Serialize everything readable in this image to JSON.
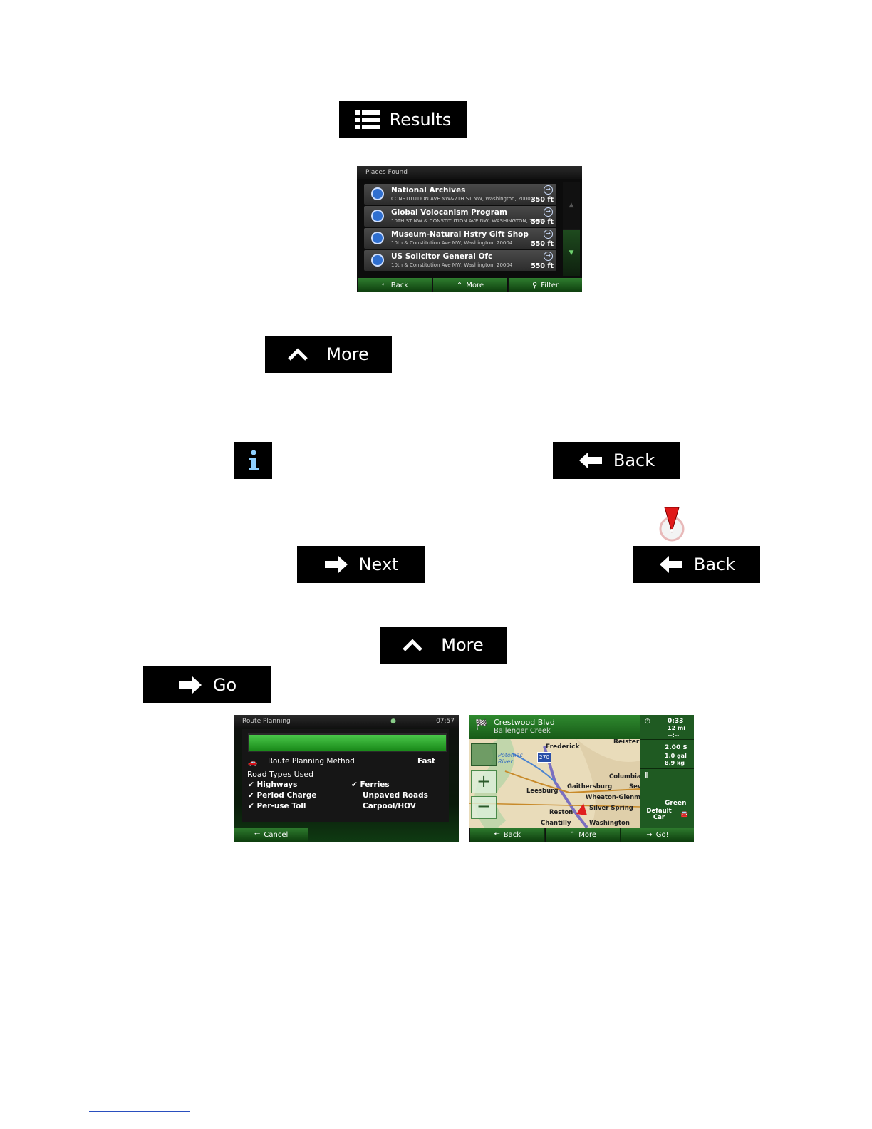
{
  "results_button": {
    "label": "Results",
    "icon": "list-icon"
  },
  "places_found": {
    "header": "Places Found",
    "items": [
      {
        "name": "National Archives",
        "address": "CONSTITUTION AVE NW&7TH ST NW, Washington, 20004",
        "distance": "350 ft"
      },
      {
        "name": "Global Volocanism Program",
        "address": "10TH ST NW & CONSTITUTION AVE NW, WASHINGTON, 20004",
        "distance": "550 ft"
      },
      {
        "name": "Museum-Natural Hstry Gift Shop",
        "address": "10th & Constitution Ave NW, Washington, 20004",
        "distance": "550 ft"
      },
      {
        "name": "US Solicitor General Ofc",
        "address": "10th & Constitution Ave NW, Washington, 20004",
        "distance": "550 ft"
      }
    ],
    "footer": {
      "back": "Back",
      "more": "More",
      "filter": "Filter"
    }
  },
  "more_button_1": {
    "label": "More",
    "icon": "chevron-up-icon"
  },
  "info_button": {
    "icon": "info-icon"
  },
  "back_button_1": {
    "label": "Back",
    "icon": "arrow-left-icon"
  },
  "next_button": {
    "label": "Next",
    "icon": "arrow-right-icon"
  },
  "back_button_2": {
    "label": "Back",
    "icon": "arrow-left-icon"
  },
  "more_button_2": {
    "label": "More",
    "icon": "chevron-up-icon"
  },
  "go_button": {
    "label": "Go",
    "icon": "arrow-right-icon"
  },
  "route_planning": {
    "title": "Route Planning",
    "time": "07:57",
    "method_label": "Route Planning Method",
    "method_value": "Fast",
    "road_types_label": "Road Types Used",
    "road_left": [
      "Highways",
      "Period Charge",
      "Per-use Toll"
    ],
    "road_right": [
      "Ferries",
      "Unpaved Roads",
      "Carpool/HOV"
    ],
    "cancel": "Cancel"
  },
  "route_map": {
    "street": "Crestwood Blvd",
    "area": "Ballenger Creek",
    "time": "0:33",
    "distance": "12 mi",
    "eta": "--:--",
    "cost": "2.00 $",
    "fuel": "1.0 gal",
    "co2": "8.9 kg",
    "route_type": "Green",
    "vehicle": "Default Car",
    "highway": "270",
    "places": [
      "Frederick",
      "Reisters",
      "Potomac River",
      "Columbia",
      "Gaithersburg",
      "Sev",
      "Leesburg",
      "Wheaton-Glenm",
      "Silver Spring",
      "Reston",
      "Chantilly",
      "Washington"
    ],
    "footer": {
      "back": "Back",
      "more": "More",
      "go": "Go!"
    }
  }
}
